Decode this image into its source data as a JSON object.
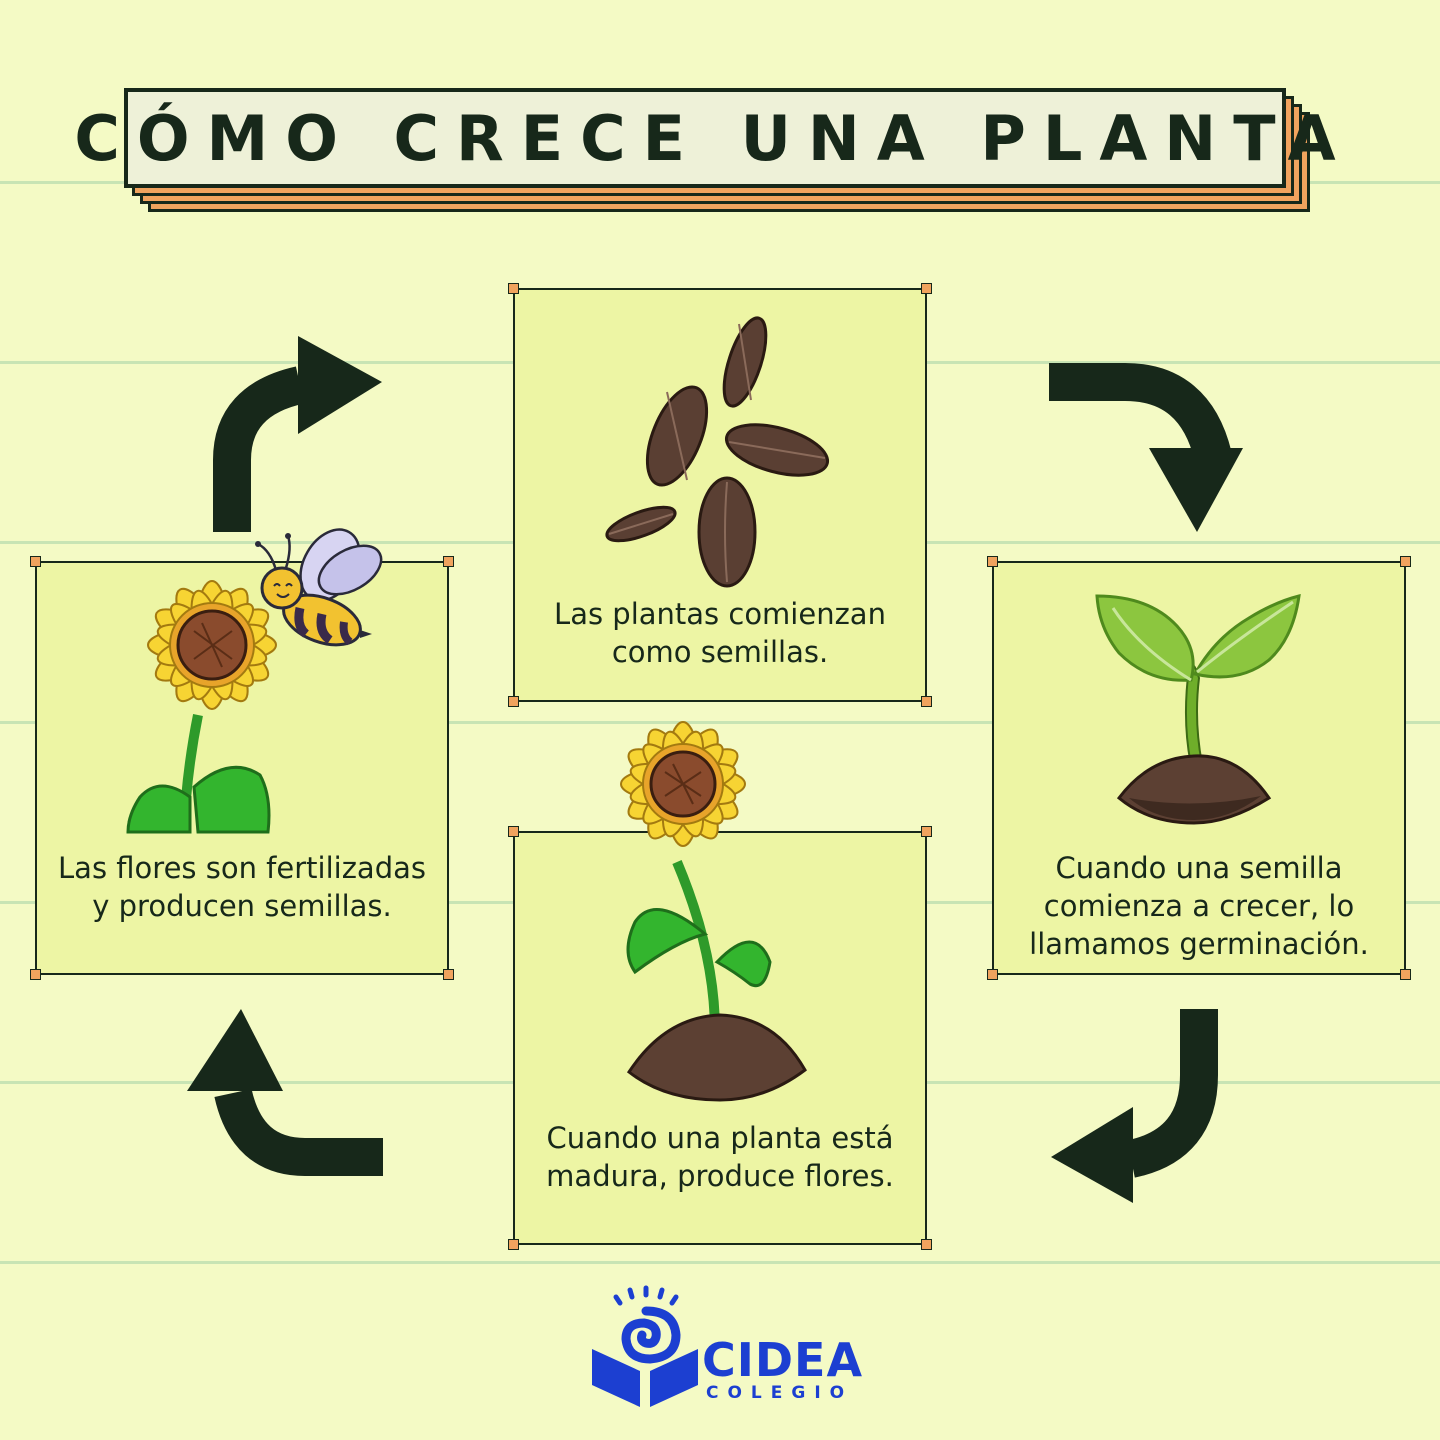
{
  "title": "CÓMO CRECE UNA PLANTA",
  "steps": [
    {
      "id": "seeds",
      "text": "Las plantas comienzan como semillas."
    },
    {
      "id": "germination",
      "text": "Cuando una semilla comienza a crecer, lo llamamos germinación."
    },
    {
      "id": "mature",
      "text": "Cuando una planta está madura, produce flores."
    },
    {
      "id": "fertilized",
      "text": "Las flores son fertilizadas y producen semillas."
    }
  ],
  "logo": {
    "name": "CIDEA",
    "subtitle": "COLEGIO"
  },
  "colors": {
    "background": "#f4fac5",
    "box_fill": "#edf5a4",
    "dark": "#17281a",
    "accent": "#f0a35e",
    "logo_blue": "#1c3fd1"
  },
  "icons": [
    "seeds-icon",
    "sprout-icon",
    "sunflower-icon",
    "bee-icon",
    "cycle-arrow-icon",
    "cidea-logo-icon"
  ]
}
